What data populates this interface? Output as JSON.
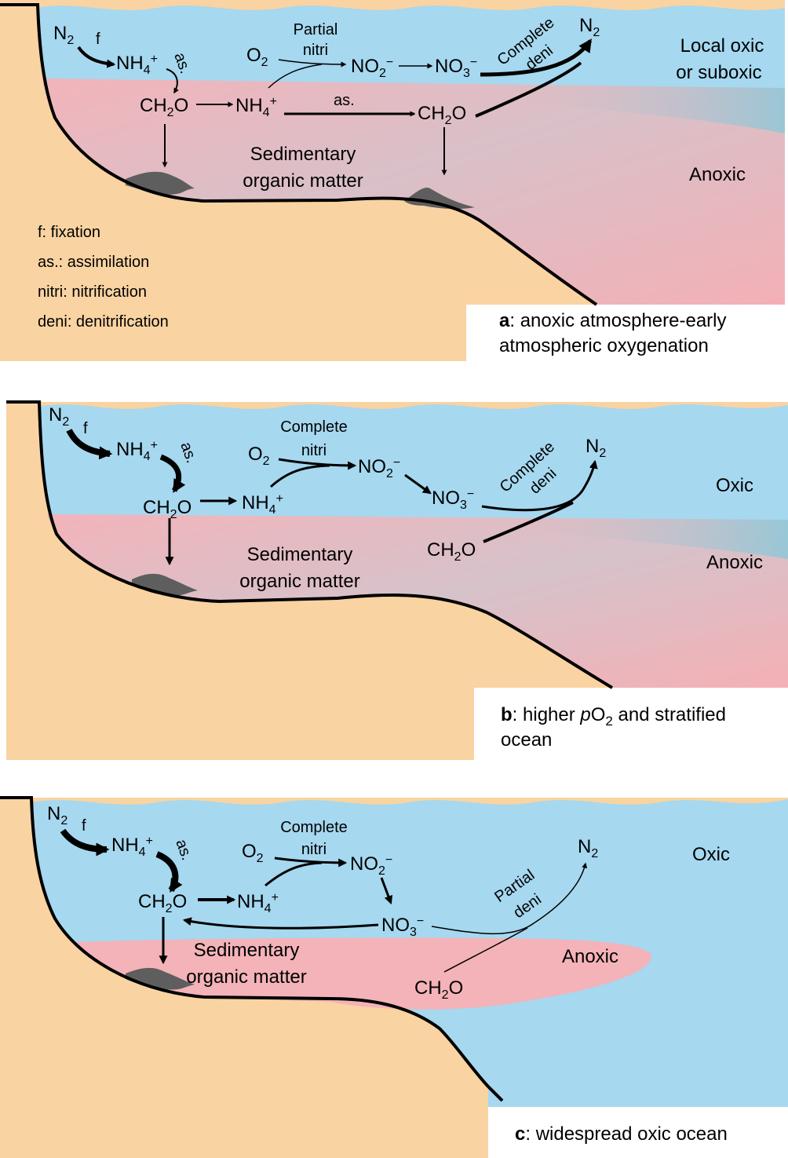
{
  "colors": {
    "water": "#a6d8f0",
    "water_deep": "#8ecde0",
    "anoxic": "#f3b3b8",
    "sediment": "#f9d3a1",
    "organic_deposit": "#5e5e5e"
  },
  "panel_a": {
    "caption_letter": "a",
    "caption_line1": ": anoxic atmosphere-early",
    "caption_line2": "atmospheric oxygenation",
    "zone_top_1": "Local oxic",
    "zone_top_2": "or suboxic",
    "zone_bottom": "Anoxic",
    "sediment_1": "Sedimentary",
    "sediment_2": "organic matter",
    "nitri_1": "Partial",
    "nitri_2": "nitri",
    "deni_1": "Complete",
    "deni_2": "deni",
    "fix": "f",
    "assim": "as.",
    "assim_far": "as.",
    "legend": [
      "f: fixation",
      "as.: assimilation",
      "nitri: nitrification",
      "deni: denitrification"
    ]
  },
  "panel_b": {
    "caption_letter": "b",
    "caption_pre": ": higher ",
    "caption_p": "p",
    "caption_o": "O",
    "caption_sub": "2",
    "caption_post": " and stratified",
    "caption_line2": "ocean",
    "zone_top": "Oxic",
    "zone_bottom": "Anoxic",
    "sediment_1": "Sedimentary",
    "sediment_2": "organic matter",
    "nitri_1": "Complete",
    "nitri_2": "nitri",
    "deni_1": "Complete",
    "deni_2": "deni",
    "fix": "f",
    "assim": "as."
  },
  "panel_c": {
    "caption_letter": "c",
    "caption_line1": ": widespread oxic ocean",
    "zone_top": "Oxic",
    "zone_bottom": "Anoxic",
    "sediment_1": "Sedimentary",
    "sediment_2": "organic matter",
    "nitri_1": "Complete",
    "nitri_2": "nitri",
    "deni_1": "Partial",
    "deni_2": "deni",
    "fix": "f",
    "assim": "as."
  },
  "species": {
    "n2": "N",
    "nh4": "NH",
    "no2": "NO",
    "no3": "NO",
    "o2": "O",
    "ch2o_ch": "CH",
    "ch2o_o": "O",
    "sub_2": "2",
    "sub_3": "3",
    "sub_4": "4",
    "sup_plus": "+",
    "sup_minus": "−"
  }
}
